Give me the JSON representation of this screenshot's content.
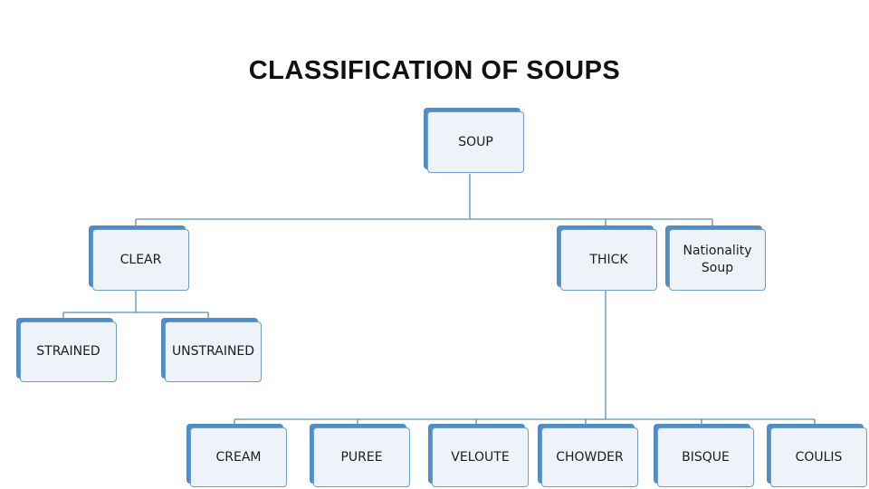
{
  "title": "CLASSIFICATION OF SOUPS",
  "colors": {
    "node_fill": "#eef3fa",
    "node_border": "#6f9ec8",
    "node_shadow": "#4f8ec8",
    "connector": "#5a8fb8",
    "title_text": "#111111"
  },
  "nodes": {
    "soup": "SOUP",
    "clear": "CLEAR",
    "thick": "THICK",
    "nationality": "Nationality\nSoup",
    "strained": "STRAINED",
    "unstrained": "UNSTRAINED",
    "cream": "CREAM",
    "puree": "PUREE",
    "veloute": "VELOUTE",
    "chowder": "CHOWDER",
    "bisque": "BISQUE",
    "coulis": "COULIS"
  }
}
